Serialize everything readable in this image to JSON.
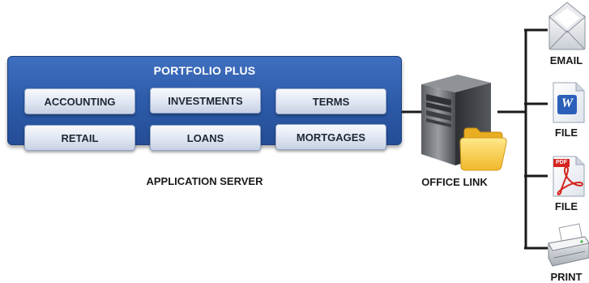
{
  "application_server": {
    "title": "PORTFOLIO PLUS",
    "modules": [
      "ACCOUNTING",
      "INVESTMENTS",
      "TERMS",
      "RETAIL",
      "LOANS",
      "MORTGAGES"
    ],
    "caption": "APPLICATION SERVER"
  },
  "office_link": {
    "caption": "OFFICE LINK"
  },
  "outputs": [
    {
      "label": "EMAIL",
      "icon": "envelope-icon"
    },
    {
      "label": "FILE",
      "icon": "word-document-icon",
      "badge": "W"
    },
    {
      "label": "FILE",
      "icon": "pdf-document-icon",
      "badge": "PDF"
    },
    {
      "label": "PRINT",
      "icon": "printer-icon"
    }
  ],
  "colors": {
    "panel_blue": "#2c5aa8",
    "connector": "#1a1a1a",
    "button_face": "#dfe6f2",
    "pdf_red": "#d6261f",
    "word_blue": "#2b5fb8",
    "folder_yellow": "#f6c93a"
  }
}
